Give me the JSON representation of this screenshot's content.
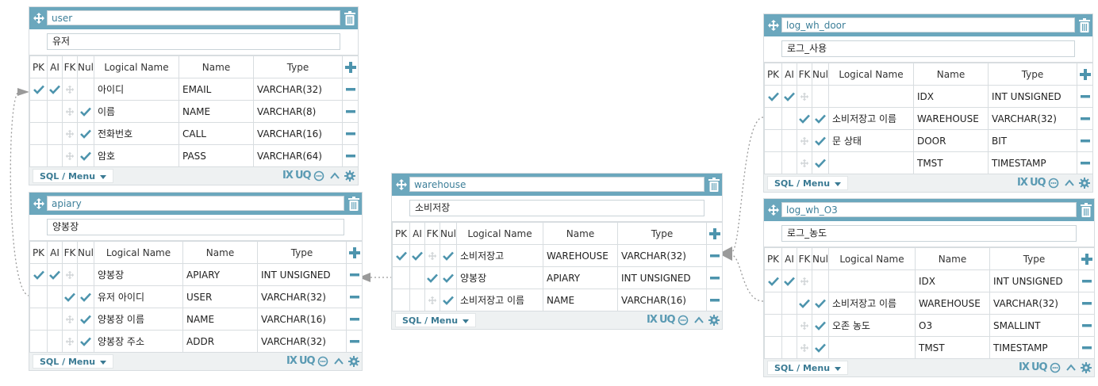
{
  "headers": {
    "pk": "PK",
    "ai": "AI",
    "fk": "FK",
    "null": "Null",
    "logical": "Logical Name",
    "name": "Name",
    "type": "Type"
  },
  "footer": {
    "sql_menu": "SQL / Menu",
    "ix": "IX",
    "uq": "UQ"
  },
  "tables": {
    "user": {
      "name": "user",
      "logical": "유저",
      "rows": [
        {
          "logical": "아이디",
          "name": "EMAIL",
          "type": "VARCHAR(32)",
          "pk": true,
          "ai": true,
          "fk": false,
          "null": false
        },
        {
          "logical": "이름",
          "name": "NAME",
          "type": "VARCHAR(8)",
          "pk": false,
          "ai": false,
          "fk": false,
          "null": true
        },
        {
          "logical": "전화번호",
          "name": "CALL",
          "type": "VARCHAR(16)",
          "pk": false,
          "ai": false,
          "fk": false,
          "null": true
        },
        {
          "logical": "암호",
          "name": "PASS",
          "type": "VARCHAR(64)",
          "pk": false,
          "ai": false,
          "fk": false,
          "null": true
        }
      ]
    },
    "apiary": {
      "name": "apiary",
      "logical": "양봉장",
      "rows": [
        {
          "logical": "양봉장",
          "name": "APIARY",
          "type": "INT UNSIGNED",
          "pk": true,
          "ai": true,
          "fk": false,
          "null": false
        },
        {
          "logical": "유저 아이디",
          "name": "USER",
          "type": "VARCHAR(32)",
          "pk": false,
          "ai": false,
          "fk": true,
          "null": true
        },
        {
          "logical": "양봉장 이름",
          "name": "NAME",
          "type": "VARCHAR(16)",
          "pk": false,
          "ai": false,
          "fk": false,
          "null": true
        },
        {
          "logical": "양봉장 주소",
          "name": "ADDR",
          "type": "VARCHAR(32)",
          "pk": false,
          "ai": false,
          "fk": false,
          "null": true
        }
      ]
    },
    "warehouse": {
      "name": "warehouse",
      "logical": "소비저장",
      "rows": [
        {
          "logical": "소비저장고",
          "name": "WAREHOUSE",
          "type": "VARCHAR(32)",
          "pk": true,
          "ai": true,
          "fk": false,
          "null": true
        },
        {
          "logical": "양봉장",
          "name": "APIARY",
          "type": "INT UNSIGNED",
          "pk": false,
          "ai": false,
          "fk": true,
          "null": true
        },
        {
          "logical": "소비저장고 이름",
          "name": "NAME",
          "type": "VARCHAR(16)",
          "pk": false,
          "ai": false,
          "fk": false,
          "null": true
        }
      ]
    },
    "log_wh_door": {
      "name": "log_wh_door",
      "logical": "로그_사용",
      "rows": [
        {
          "logical": "",
          "name": "IDX",
          "type": "INT UNSIGNED",
          "pk": true,
          "ai": true,
          "fk": false,
          "null": false
        },
        {
          "logical": "소비저장고 이름",
          "name": "WAREHOUSE",
          "type": "VARCHAR(32)",
          "pk": false,
          "ai": false,
          "fk": true,
          "null": true
        },
        {
          "logical": "문 상태",
          "name": "DOOR",
          "type": "BIT",
          "pk": false,
          "ai": false,
          "fk": false,
          "null": true
        },
        {
          "logical": "",
          "name": "TMST",
          "type": "TIMESTAMP",
          "pk": false,
          "ai": false,
          "fk": false,
          "null": true
        }
      ]
    },
    "log_wh_o3": {
      "name": "log_wh_O3",
      "logical": "로그_농도",
      "rows": [
        {
          "logical": "",
          "name": "IDX",
          "type": "INT UNSIGNED",
          "pk": true,
          "ai": true,
          "fk": false,
          "null": false
        },
        {
          "logical": "소비저장고 이름",
          "name": "WAREHOUSE",
          "type": "VARCHAR(32)",
          "pk": false,
          "ai": false,
          "fk": true,
          "null": true
        },
        {
          "logical": "오존 농도",
          "name": "O3",
          "type": "SMALLINT",
          "pk": false,
          "ai": false,
          "fk": false,
          "null": true
        },
        {
          "logical": "",
          "name": "TMST",
          "type": "TIMESTAMP",
          "pk": false,
          "ai": false,
          "fk": false,
          "null": true
        }
      ]
    }
  },
  "colors": {
    "header": "#6ba7bd",
    "accent": "#3d7f99",
    "check": "#4d94ad",
    "border": "#d8dde0",
    "footer": "#eef1f2",
    "relation": "#999999"
  }
}
